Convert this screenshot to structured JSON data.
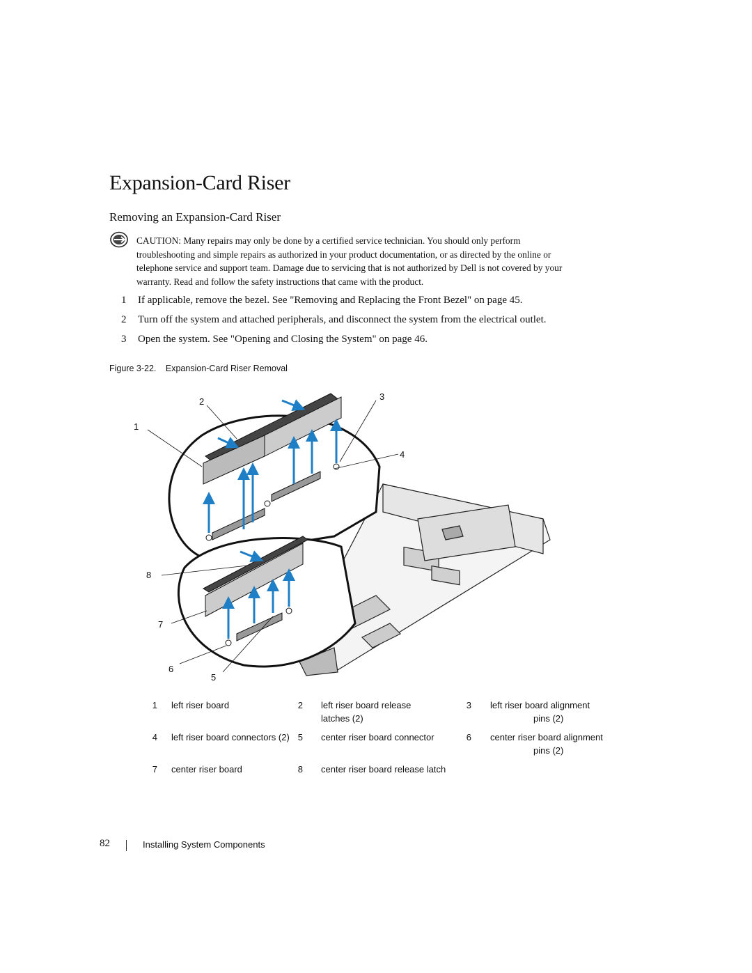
{
  "page": {
    "title": "Expansion-Card Riser",
    "subtitle": "Removing an Expansion-Card Riser"
  },
  "caution": {
    "icon": "caution-icon",
    "label": "CAUTION:",
    "lines": [
      "Many repairs may only be done by a certified service technician. You should only perform",
      "troubleshooting and simple repairs as authorized in your product documentation, or as directed by the online or",
      "telephone service and support team. Damage due to servicing that is not authorized by Dell is not covered by your",
      "warranty. Read and follow the safety instructions that came with the product."
    ]
  },
  "steps": [
    {
      "num": "1",
      "text": "If applicable, remove the bezel. See \"Removing and Replacing the Front Bezel\" on page 45."
    },
    {
      "num": "2",
      "text": "Turn off the system and attached peripherals, and disconnect the system from the electrical outlet."
    },
    {
      "num": "3",
      "text": "Open the system. See \"Opening and Closing the System\" on page 46."
    }
  ],
  "figure": {
    "label": "Figure 3-22.",
    "caption": "Expansion-Card Riser Removal",
    "callouts": [
      "1",
      "2",
      "3",
      "4",
      "5",
      "6",
      "7",
      "8"
    ],
    "accent_color": "#1f7fc6"
  },
  "legend": [
    {
      "num": "1",
      "lines": [
        "left riser board"
      ]
    },
    {
      "num": "2",
      "lines": [
        "left riser board release",
        "latches (2)"
      ]
    },
    {
      "num": "3",
      "lines": [
        "left riser board alignment",
        "pins (2)"
      ]
    },
    {
      "num": "4",
      "lines": [
        "left riser board connectors (2)"
      ]
    },
    {
      "num": "5",
      "lines": [
        "center riser board connector"
      ]
    },
    {
      "num": "6",
      "lines": [
        "center riser board alignment",
        "pins (2)"
      ]
    },
    {
      "num": "7",
      "lines": [
        "center riser board"
      ]
    },
    {
      "num": "8",
      "lines": [
        "center riser board release latch"
      ]
    }
  ],
  "footer": {
    "page_number": "82",
    "section": "Installing System Components"
  }
}
